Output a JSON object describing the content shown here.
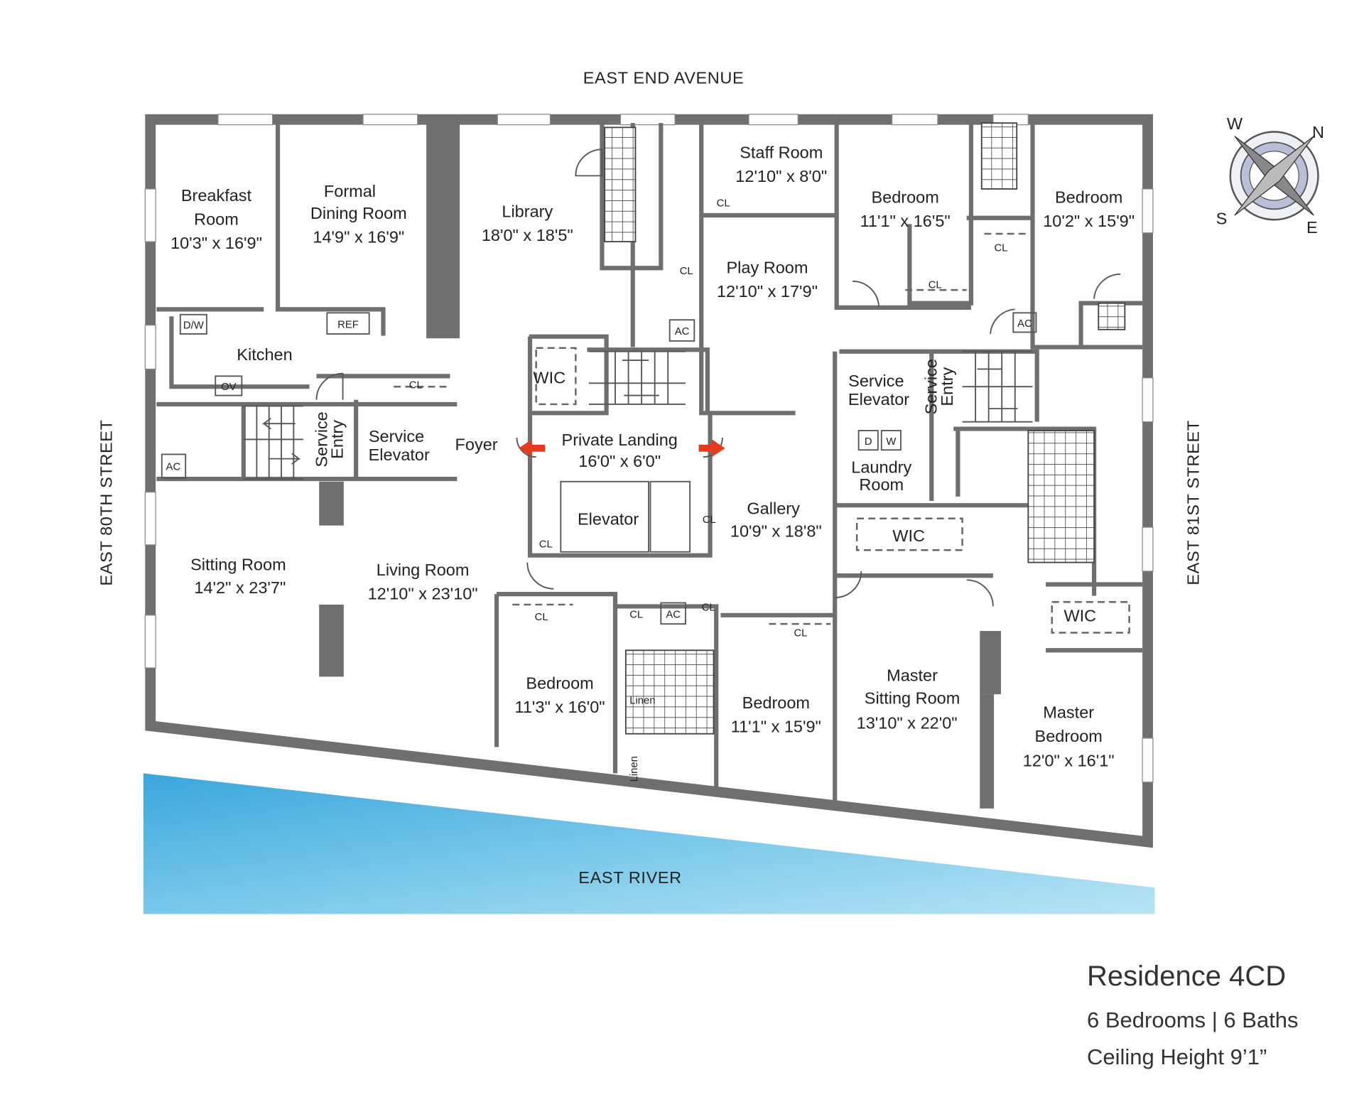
{
  "streets": {
    "north": "EAST END AVENUE",
    "west": "EAST 80TH STREET",
    "east": "EAST 81ST STREET",
    "river": "EAST RIVER"
  },
  "compass": {
    "w": "W",
    "n": "N",
    "s": "S",
    "e": "E"
  },
  "rooms": [
    {
      "name": "Breakfast",
      "name2": "Room",
      "dims": "10'3\" x 16'9\""
    },
    {
      "name": "Formal",
      "name2": "Dining Room",
      "dims": "14'9\" x 16'9\""
    },
    {
      "name": "Library",
      "dims": "18'0\" x 18'5\""
    },
    {
      "name": "Staff Room",
      "dims": "12'10\" x 8'0\""
    },
    {
      "name": "Bedroom",
      "dims": "11'1\" x 16'5\""
    },
    {
      "name": "Bedroom",
      "dims": "10'2\" x 15'9\""
    },
    {
      "name": "Play Room",
      "dims": "12'10\" x 17'9\""
    },
    {
      "name": "Kitchen"
    },
    {
      "name": "Service",
      "name2": "Entry"
    },
    {
      "name": "Service",
      "name2": "Elevator"
    },
    {
      "name": "Foyer"
    },
    {
      "name": "Private Landing",
      "dims": "16'0\" x 6'0\""
    },
    {
      "name": "WIC"
    },
    {
      "name": "Elevator"
    },
    {
      "name": "Gallery",
      "dims": "10'9\" x 18'8\""
    },
    {
      "name": "Service",
      "name2": "Elevator"
    },
    {
      "name": "Service",
      "name2": "Entry"
    },
    {
      "name": "Laundry",
      "name2": "Room"
    },
    {
      "name": "WIC"
    },
    {
      "name": "WIC"
    },
    {
      "name": "Sitting Room",
      "dims": "14'2\" x 23'7\""
    },
    {
      "name": "Living Room",
      "dims": "12'10\" x 23'10\""
    },
    {
      "name": "Bedroom",
      "dims": "11'3\" x 16'0\""
    },
    {
      "name": "Bedroom",
      "dims": "11'1\" x 15'9\""
    },
    {
      "name": "Master",
      "name2": "Sitting Room",
      "dims": "13'10\" x 22'0\""
    },
    {
      "name": "Master",
      "name2": "Bedroom",
      "dims": "12'0\" x 16'1\""
    }
  ],
  "fixtures": {
    "cl": "CL",
    "ac": "AC",
    "dw": "D/W",
    "ov": "OV",
    "ref": "REF",
    "d": "D",
    "w": "W",
    "linen": "Linen"
  },
  "info": {
    "title": "Residence 4CD",
    "rooms": "6 Bedrooms | 6 Baths",
    "ceiling": "Ceiling Height 9’1”"
  },
  "colors": {
    "wall": "#6f6f70",
    "arrow": "#e63b1f",
    "water": "#5bb7e0"
  }
}
